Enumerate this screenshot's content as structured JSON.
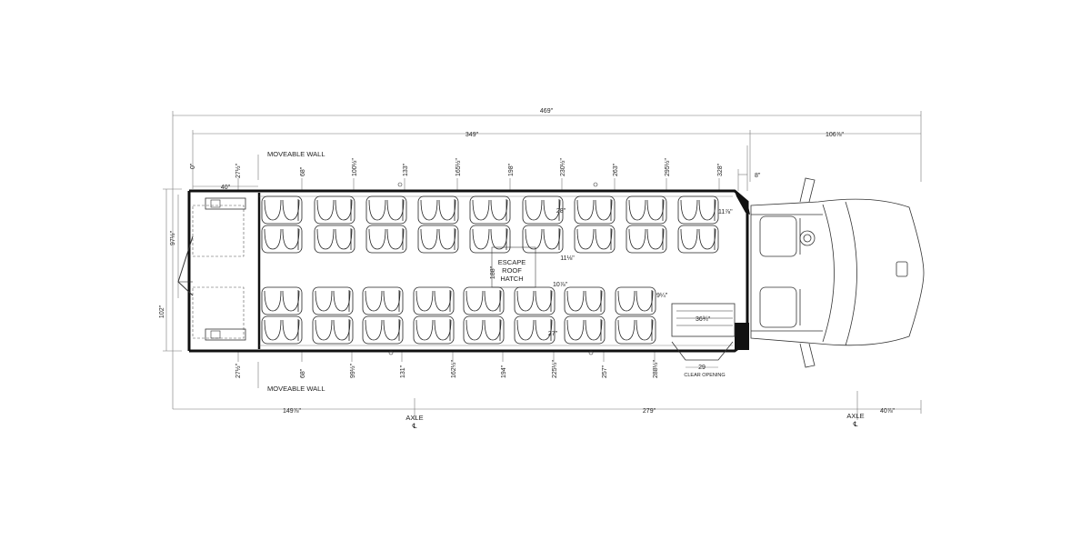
{
  "dimensions": {
    "overall_length": "469\"",
    "body_length": "349\"",
    "front_overhang": "106⅞\"",
    "zero": "0\"",
    "rear_gap": "40\"",
    "width_inner": "97½\"",
    "width_outer": "102\"",
    "rear_overhang": "149⅞\"",
    "wheelbase": "279\"",
    "front_axle_offset": "40⅞\"",
    "offset_8": "8\"",
    "aisle_offset": "11⅛\"",
    "right_offset": "11⅞\"",
    "seat_gap_right": "9¼\"",
    "stair_width": "36¾\"",
    "clear_opening_width": "29",
    "top_wall_pos": "27½\"",
    "bottom_wall_pos": "27½\"",
    "hatch_pos": "188\"",
    "mid_top": "28\"",
    "mid_bottom": "27\"",
    "door_seat_gap": "10⅞\""
  },
  "top_positions": [
    "68\"",
    "100½\"",
    "133\"",
    "165½\"",
    "198\"",
    "230½\"",
    "263\"",
    "295½\"",
    "328\""
  ],
  "bottom_positions": [
    "68\"",
    "99½\"",
    "131\"",
    "162½\"",
    "194\"",
    "225½\"",
    "257\"",
    "288½\""
  ],
  "labels": {
    "moveable_wall_top": "MOVEABLE WALL",
    "moveable_wall_bottom": "MOVEABLE WALL",
    "escape_1": "ESCAPE",
    "escape_2": "ROOF",
    "escape_3": "HATCH",
    "clear_opening": "CLEAR OPENING",
    "axle_rear": "AXLE",
    "axle_front": "AXLE",
    "centerline_symbol": "℄"
  },
  "colors": {
    "line": "#333333",
    "wall": "#111111",
    "dim_line": "#777777"
  }
}
